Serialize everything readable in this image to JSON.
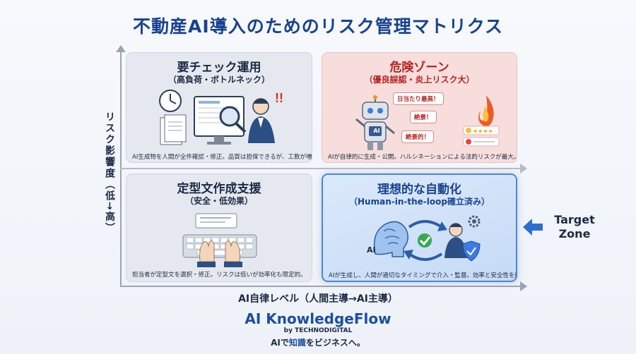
{
  "title": "不動産AI導入のためのリスク管理マトリクス",
  "axes": {
    "y_label": "リスク影響度（低→高）",
    "x_label": "AI自律レベル（人間主導→AI主導）"
  },
  "quadrants": {
    "top_left": {
      "title": "要チェック運用",
      "subtitle": "（高負荷・ボトルネック）",
      "description": "AI生成物を人間が全件確認・修正。品質は担保できるが、工数が増大。"
    },
    "top_right": {
      "title": "危険ゾーン",
      "subtitle": "（優良誤認・炎上リスク大）",
      "description": "AIが自律的に生成・公開。ハルシネーションによる法的リスクが最大。",
      "bubbles": [
        "日当たり最高！",
        "絶景！",
        "絶景的！"
      ],
      "robot_badge": "AI"
    },
    "bottom_left": {
      "title": "定型文作成支援",
      "subtitle": "（安全・低効果）",
      "description": "担当者が定型文を選択・修正。リスクは低いが効率化も限定的。"
    },
    "bottom_right": {
      "title": "理想的な自動化",
      "subtitle": "（Human-in-the-loop確立済み）",
      "description": "AIが生成し、人間が適切なタイミングで介入・監督。効率と安全性を両立。",
      "ai_label": "AI"
    }
  },
  "target_zone": {
    "line1": "Target",
    "line2": "Zone"
  },
  "brand": {
    "name": "AI KnowledgeFlow",
    "by": "by TECHNODIGITAL",
    "tagline_pre": "AIで",
    "tagline_highlight": "知識",
    "tagline_post": "をビジネスへ。"
  },
  "colors": {
    "title_blue": "#17428f",
    "danger_red": "#b8231f",
    "target_border": "#4f86d2"
  }
}
